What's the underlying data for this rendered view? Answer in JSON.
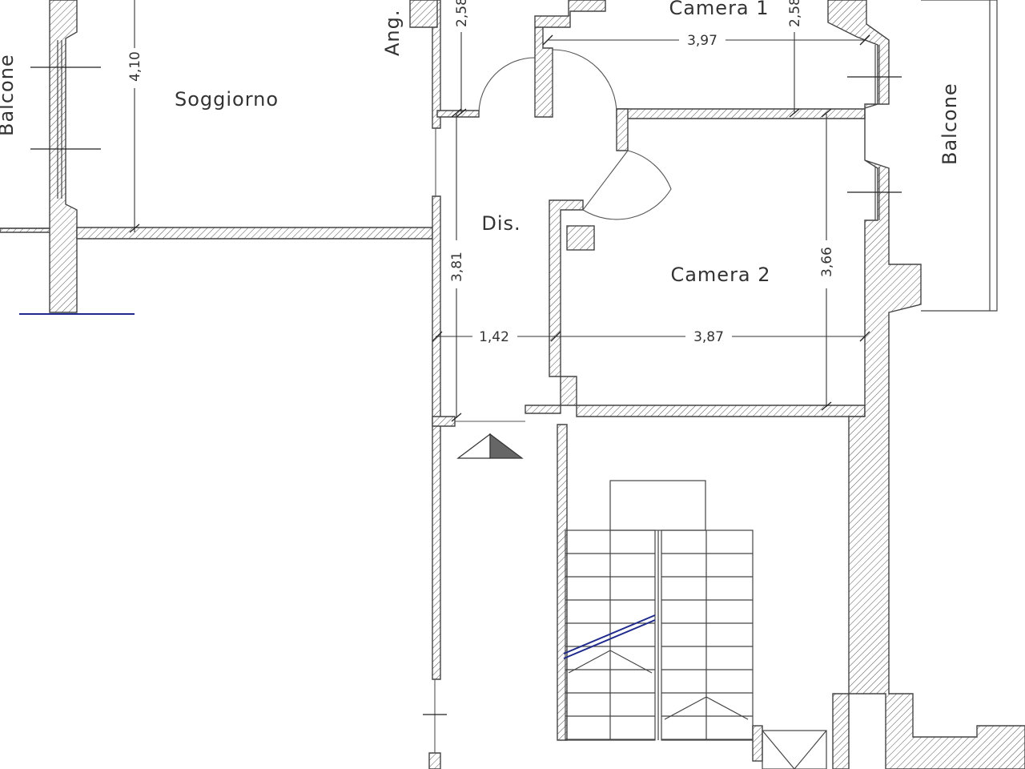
{
  "rooms": {
    "soggiorno": "Soggiorno",
    "camera1": "Camera 1",
    "camera2": "Camera 2",
    "dis": "Dis.",
    "ang": "Ang.",
    "balcone_left": "Balcone",
    "balcone_right": "Balcone"
  },
  "dimensions": {
    "soggiorno_depth": "4,10",
    "ang_width": "2,58",
    "camera1_depth": "2,58",
    "camera1_width": "3,97",
    "dis_length": "3,81",
    "dis_width": "1,42",
    "camera2_width": "3,87",
    "camera2_depth": "3,66"
  },
  "colors": {
    "wall_hatch": "#555555",
    "line": "#333333",
    "section_marker_fill": "#666666",
    "blue_line": "#1e2a8c"
  }
}
